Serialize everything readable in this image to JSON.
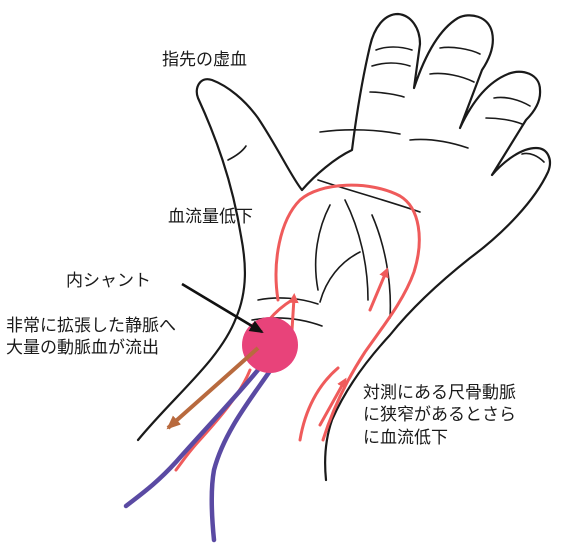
{
  "labels": {
    "fingertip_ischemia": "指先の虚血",
    "reduced_flow": "血流量低下",
    "shunt": "内シャント",
    "vein_flow": [
      "非常に拡張した静脈へ",
      "大量の動脈血が流出"
    ],
    "ulnar_stenosis": [
      "対測にある尺骨動脈",
      "に狭窄があるとさら",
      "に血流低下"
    ]
  },
  "colors": {
    "outline": "#1a1a1a",
    "artery": "#ef5b5b",
    "vein": "#5a4aa3",
    "shunt_fill": "#e8437a",
    "flow_arrow": "#b86a3e",
    "pointer": "#111111"
  }
}
